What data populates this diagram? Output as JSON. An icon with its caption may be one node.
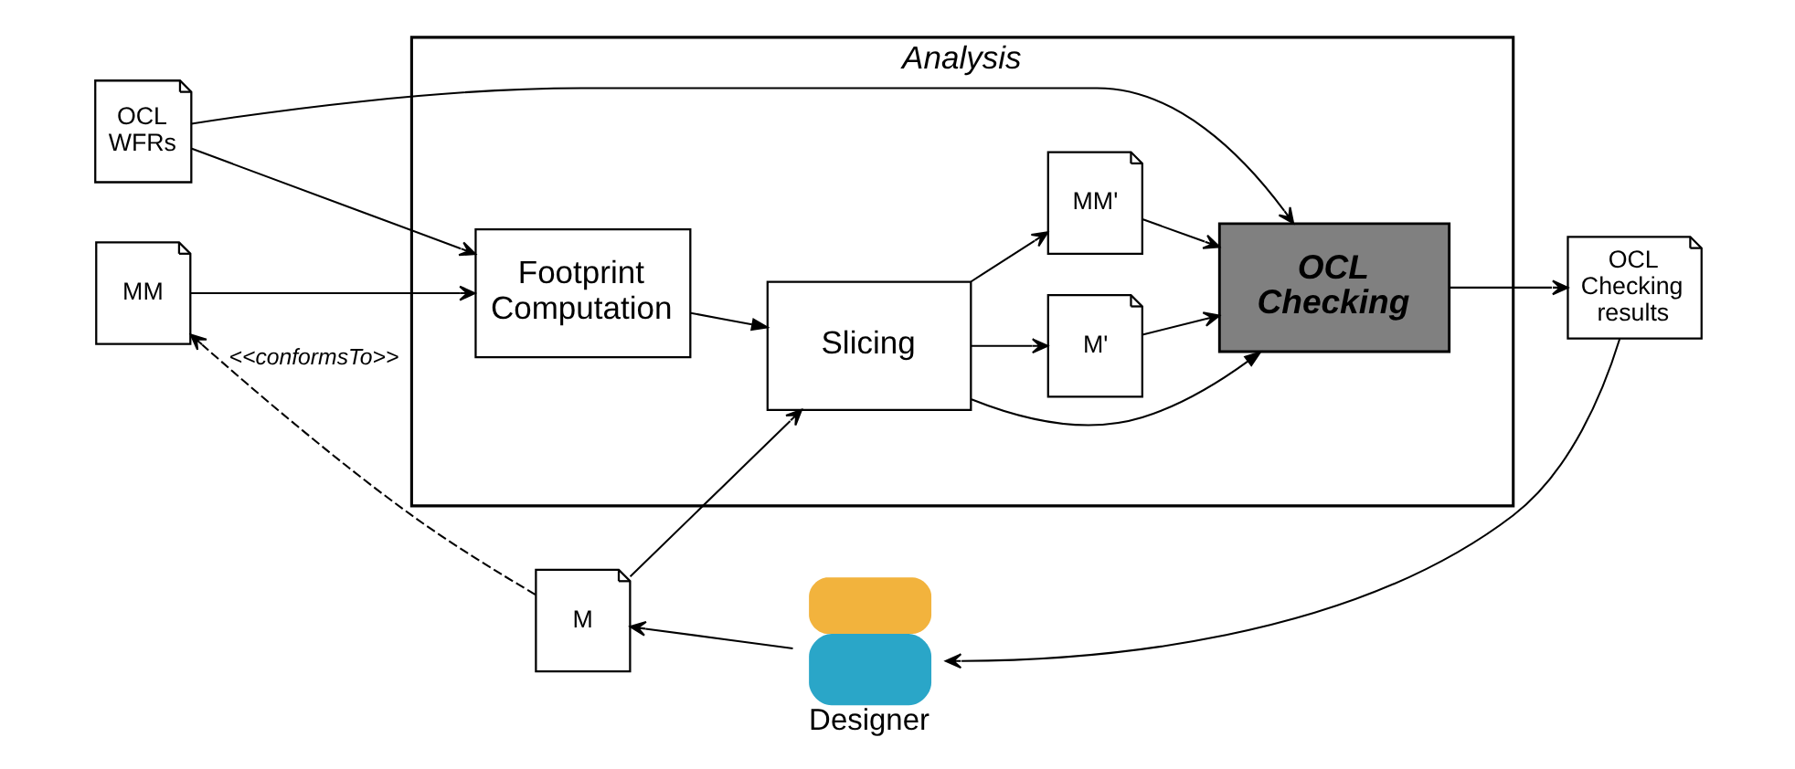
{
  "diagram": {
    "nodes": [
      {
        "text": [
          "OCL WFRs"
        ]
      },
      {
        "text": [
          "MM"
        ]
      },
      {
        "text": [
          "M"
        ]
      },
      {
        "text": [
          "Analysis"
        ]
      },
      {
        "text": [
          "Footprint Computation"
        ],
        "in": 3
      },
      {
        "text": [
          "Slicing"
        ],
        "in": 3
      },
      {
        "text": [
          "OCL Checking"
        ],
        "in": 3
      },
      {
        "text": [
          "M'"
        ],
        "in": 3
      },
      {
        "text": [
          "MM'"
        ],
        "in": 3
      },
      {
        "text": [
          "OCL Checking results"
        ]
      },
      {
        "text": [
          "Designer"
        ]
      }
    ],
    "edges": [
      {
        "from": 0,
        "to": 6,
        "arrow": "to"
      },
      {
        "from": 0,
        "to": 4,
        "arrow": "to"
      },
      {
        "from": 1,
        "to": 4,
        "arrow": "to"
      },
      {
        "from": 2,
        "to": 5,
        "arrow": "to"
      },
      {
        "from": 2,
        "to": 1,
        "arrow": "to",
        "style": "dashed",
        "label": "<<conformsTo>>"
      },
      {
        "from": 4,
        "to": 5,
        "arrow": "to"
      },
      {
        "from": 5,
        "to": 6,
        "arrow": "to"
      },
      {
        "from": 5,
        "to": 7,
        "arrow": "to"
      },
      {
        "from": 5,
        "to": 8,
        "arrow": "to"
      },
      {
        "from": 7,
        "to": 6,
        "arrow": "to"
      },
      {
        "from": 8,
        "to": 6,
        "arrow": "to"
      },
      {
        "from": 6,
        "to": 9,
        "arrow": "to"
      },
      {
        "from": 9,
        "to": 10,
        "arrow": "to"
      },
      {
        "from": 10,
        "to": 2,
        "arrow": "to"
      }
    ]
  }
}
